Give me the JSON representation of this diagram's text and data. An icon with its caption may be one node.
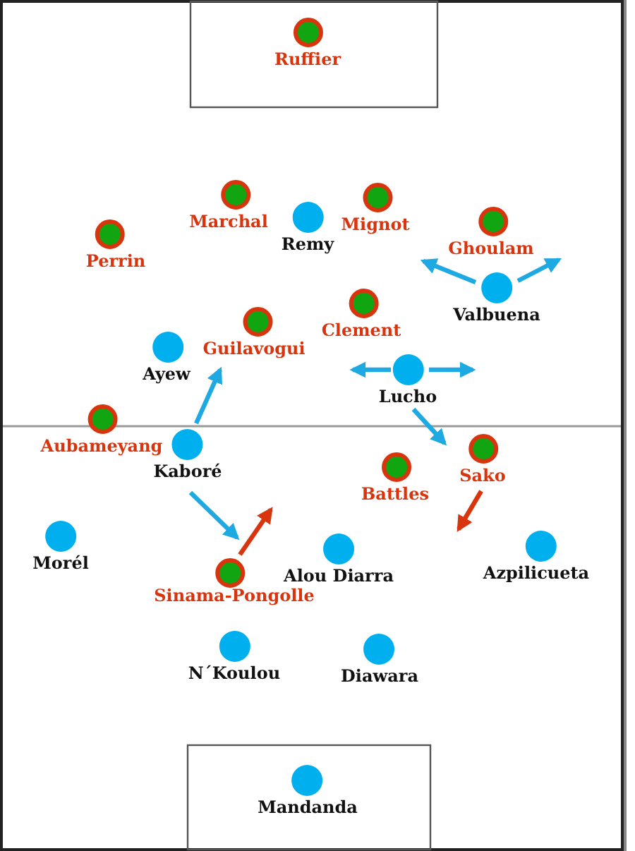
{
  "diagram": {
    "nodes": [
      {
        "text": [
          "Ruffier"
        ]
      },
      {
        "text": [
          "Marchal"
        ]
      },
      {
        "text": [
          "Remy"
        ]
      },
      {
        "text": [
          "Mignot"
        ]
      },
      {
        "text": [
          "Perrin"
        ]
      },
      {
        "text": [
          "Ghoulam"
        ]
      },
      {
        "text": [
          "Valbuena"
        ]
      },
      {
        "text": [
          "Guilavogui"
        ]
      },
      {
        "text": [
          "Clement"
        ]
      },
      {
        "text": [
          "Ayew"
        ]
      },
      {
        "text": [
          "Lucho"
        ]
      },
      {
        "text": [
          "Aubameyang"
        ]
      },
      {
        "text": [
          "Kaboré"
        ]
      },
      {
        "text": [
          "Battles"
        ]
      },
      {
        "text": [
          "Sako"
        ]
      },
      {
        "text": [
          "Morél"
        ]
      },
      {
        "text": [
          "Alou Diarra"
        ]
      },
      {
        "text": [
          "Azpilicueta"
        ]
      },
      {
        "text": [
          "Sinama-Pongolle"
        ]
      },
      {
        "text": [
          "N´Koulou"
        ]
      },
      {
        "text": [
          "Diawara"
        ]
      },
      {
        "text": [
          "Mandanda"
        ]
      }
    ],
    "edges": [
      {
        "from": 6,
        "to": 3,
        "arrow": "to"
      },
      {
        "from": 6,
        "to": 5,
        "arrow": "to"
      },
      {
        "from": 10,
        "to": 8,
        "arrow": "to"
      },
      {
        "from": 10,
        "to": null,
        "arrow": "to"
      },
      {
        "from": 10,
        "to": 14,
        "arrow": "to"
      },
      {
        "from": 12,
        "to": 7,
        "arrow": "to"
      },
      {
        "from": 12,
        "to": 18,
        "arrow": "to"
      },
      {
        "from": 18,
        "to": null,
        "arrow": "to",
        "color": "#d8350f"
      },
      {
        "from": 14,
        "to": 13,
        "arrow": "to",
        "color": "#d8350f"
      }
    ]
  }
}
